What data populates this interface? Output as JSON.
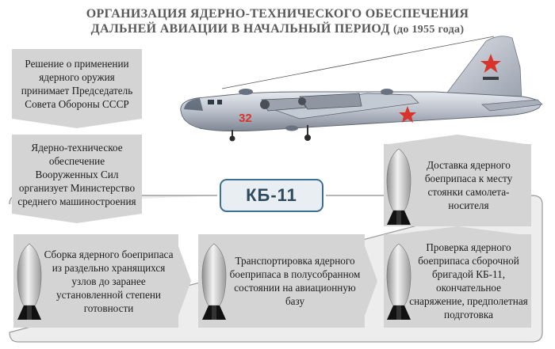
{
  "title": {
    "line1": "ОРГАНИЗАЦИЯ ЯДЕРНО-ТЕХНИЧЕСКОГО ОБЕСПЕЧЕНИЯ",
    "line2": "ДАЛЬНЕЙ АВИАЦИИ В НАЧАЛЬНЫЙ ПЕРИОД",
    "line2_suffix": "(до 1955 года)"
  },
  "plane_marking": "32",
  "kb_label": "КБ-11",
  "boxes": {
    "decision": "Решение о применении ядерного оружия принимает Председатель Совета Обороны СССР",
    "organization": "Ядерно-техническое обеспечение Вооруженных Сил организует Министерство среднего машиностроения",
    "delivery": "Доставка ядерного боеприпаса к месту стоянки самолета-носителя",
    "assembly": "Сборка ядерного боеприпаса из раздельно хранящихся узлов до заранее установленной степени готовности",
    "transport": "Транспортировка ядерного боеприпаса в полусобранном состоянии на авиационную базу",
    "check": "Проверка ядерного боеприпаса сборочной бригадой КБ-11, окончательное снаряжение, предполетная подготовка"
  },
  "colors": {
    "title": "#595959",
    "box": "#d4d4d4",
    "frame": "#3b6f94",
    "star": "#d9342b"
  }
}
